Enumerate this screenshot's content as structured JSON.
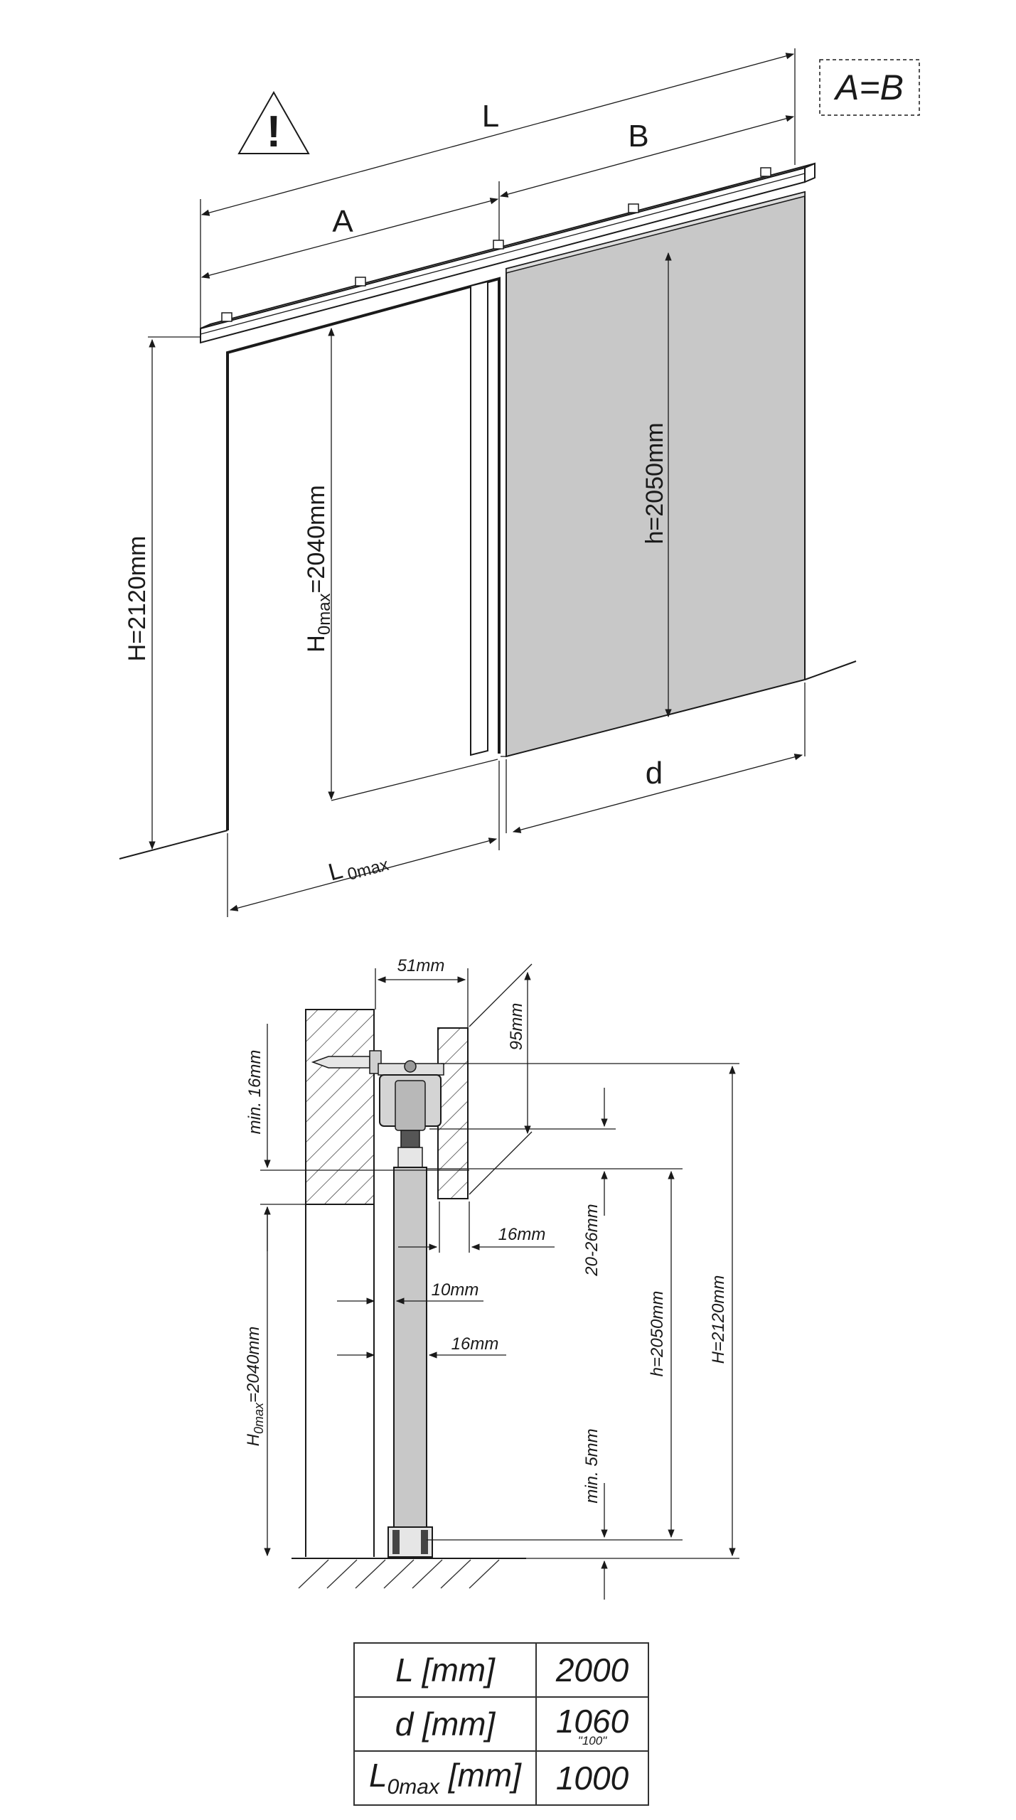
{
  "warning_symbol": "!",
  "note_equal": "A=B",
  "top_view": {
    "label_L": "L",
    "label_A": "A",
    "label_B": "B",
    "label_d": "d",
    "label_H": "H=2120mm",
    "label_h": "h=2050mm",
    "label_H0_main": "H",
    "label_H0_sub": "0max",
    "label_H0_value": "=2040mm",
    "label_L0_main": "L",
    "label_L0_sub": "0max"
  },
  "section_view": {
    "dim_51": "51mm",
    "dim_95": "95mm",
    "dim_min16": "min. 16mm",
    "dim_16a": "16mm",
    "dim_10": "10mm",
    "dim_16b": "16mm",
    "dim_20_26": "20-26mm",
    "dim_min5": "min. 5mm",
    "dim_h": "h=2050mm",
    "dim_H": "H=2120mm",
    "dim_H0_main": "H",
    "dim_H0_sub": "0max",
    "dim_H0_value": "=2040mm"
  },
  "spec_table": {
    "rows": [
      {
        "label_main": "L [mm]",
        "label_sub": "",
        "label_tail": "",
        "value": "2000",
        "value_note": ""
      },
      {
        "label_main": "d [mm]",
        "label_sub": "",
        "label_tail": "",
        "value": "1060",
        "value_note": "\"100\""
      },
      {
        "label_main": "L",
        "label_sub": "0max",
        "label_tail": " [mm]",
        "value": "1000",
        "value_note": ""
      }
    ]
  },
  "colors": {
    "line": "#1a1a1a",
    "door_panel": "#c8c8c8",
    "hatch": "#333333"
  }
}
